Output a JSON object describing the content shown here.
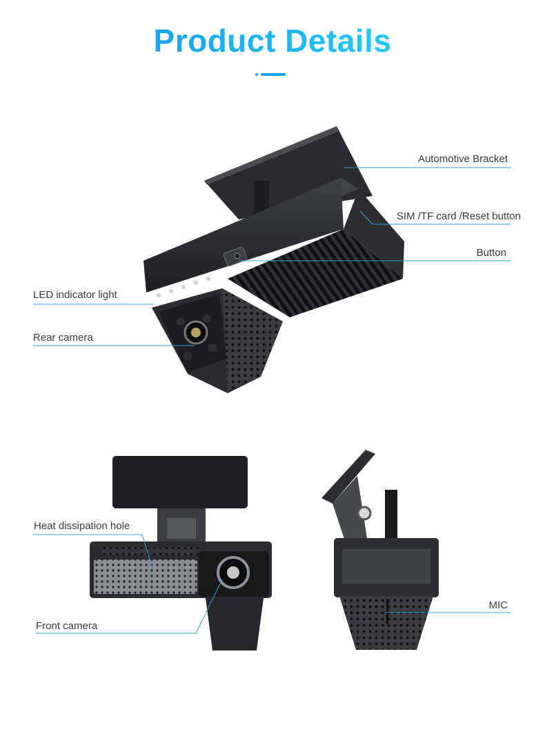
{
  "header": {
    "title": "Product Details",
    "accent_color": "#1aa3f0"
  },
  "labels": {
    "automotive_bracket": "Automotive Bracket",
    "sim_tf_reset": "SIM /TF card /Reset button",
    "button": "Button",
    "led_indicator": "LED indicator light",
    "rear_camera": "Rear camera",
    "heat_dissipation": "Heat dissipation hole",
    "front_camera": "Front camera",
    "mic": "MIC"
  },
  "colors": {
    "line": "#2f9fd8",
    "device_dark": "#2b2d31",
    "device_mid": "#4a4d52",
    "device_light": "#8a8d92"
  }
}
